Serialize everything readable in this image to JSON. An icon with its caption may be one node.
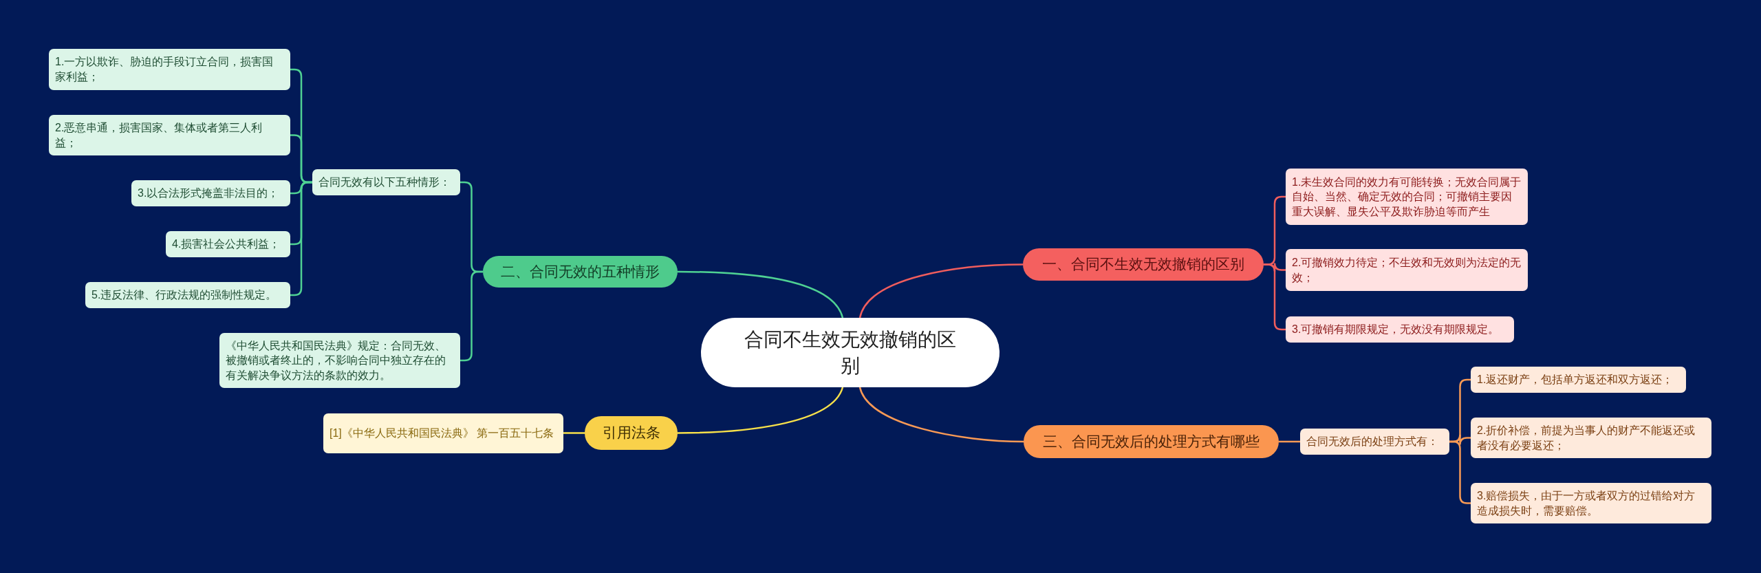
{
  "diagram": {
    "nodes": [
      {
        "text": [
          "合同不生效无效撤销的区别"
        ]
      },
      {
        "text": [
          "一、合同不生效无效撤销的区别"
        ]
      },
      {
        "text": [
          "1.未生效合同的效力有可能转换；无效合同属于自始、当然、确定无效的合同；可撤销主要因重大误解、显失公平及欺诈胁迫等而产生"
        ]
      },
      {
        "text": [
          "2.可撤销效力待定；不生效和无效则为法定的无效；"
        ]
      },
      {
        "text": [
          "3.可撤销有期限规定，无效没有期限规定。"
        ]
      },
      {
        "text": [
          "二、合同无效的五种情形"
        ]
      },
      {
        "text": [
          "合同无效有以下五种情形："
        ]
      },
      {
        "text": [
          "1.一方以欺诈、胁迫的手段订立合同，损害国家利益；"
        ]
      },
      {
        "text": [
          "2.恶意串通，损害国家、集体或者第三人利益；"
        ]
      },
      {
        "text": [
          "3.以合法形式掩盖非法目的；"
        ]
      },
      {
        "text": [
          "4.损害社会公共利益；"
        ]
      },
      {
        "text": [
          "5.违反法律、行政法规的强制性规定。"
        ]
      },
      {
        "text": [
          "《中华人民共和国民法典》规定：合同无效、被撤销或者终止的，不影响合同中独立存在的有关解决争议方法的条款的效力。"
        ]
      },
      {
        "text": [
          "引用法条"
        ]
      },
      {
        "text": [
          "[1]《中华人民共和国民法典》 第一百五十七条"
        ]
      },
      {
        "text": [
          "三、合同无效后的处理方式有哪些"
        ]
      },
      {
        "text": [
          "合同无效后的处理方式有："
        ]
      },
      {
        "text": [
          "1.返还财产，包括单方返还和双方返还；"
        ]
      },
      {
        "text": [
          "2.折价补偿，前提为当事人的财产不能返还或者没有必要返还；"
        ]
      },
      {
        "text": [
          "3.赔偿损失，由于一方或者双方的过错给对方造成损失时，需要赔偿。"
        ]
      }
    ],
    "edges": [
      {
        "from": 0,
        "to": 1,
        "arrow": "none",
        "color": "#f05d5d"
      },
      {
        "from": 1,
        "to": 2,
        "arrow": "none",
        "color": "#f05d5d"
      },
      {
        "from": 1,
        "to": 3,
        "arrow": "none",
        "color": "#f05d5d"
      },
      {
        "from": 1,
        "to": 4,
        "arrow": "none",
        "color": "#f05d5d"
      },
      {
        "from": 0,
        "to": 5,
        "arrow": "none",
        "color": "#4fd193"
      },
      {
        "from": 5,
        "to": 6,
        "arrow": "none",
        "color": "#4fd193"
      },
      {
        "from": 6,
        "to": 7,
        "arrow": "none",
        "color": "#4fd193"
      },
      {
        "from": 6,
        "to": 8,
        "arrow": "none",
        "color": "#4fd193"
      },
      {
        "from": 6,
        "to": 9,
        "arrow": "none",
        "color": "#4fd193"
      },
      {
        "from": 6,
        "to": 10,
        "arrow": "none",
        "color": "#4fd193"
      },
      {
        "from": 6,
        "to": 11,
        "arrow": "none",
        "color": "#4fd193"
      },
      {
        "from": 5,
        "to": 12,
        "arrow": "none",
        "color": "#4fd193"
      },
      {
        "from": 0,
        "to": 13,
        "arrow": "none",
        "color": "#f7e04a"
      },
      {
        "from": 13,
        "to": 14,
        "arrow": "none",
        "color": "#f7e04a"
      },
      {
        "from": 0,
        "to": 15,
        "arrow": "none",
        "color": "#f99a55"
      },
      {
        "from": 15,
        "to": 16,
        "arrow": "none",
        "color": "#f99a55"
      },
      {
        "from": 16,
        "to": 17,
        "arrow": "none",
        "color": "#f99a55"
      },
      {
        "from": 16,
        "to": 18,
        "arrow": "none",
        "color": "#f99a55"
      },
      {
        "from": 16,
        "to": 19,
        "arrow": "none",
        "color": "#f99a55"
      }
    ]
  }
}
